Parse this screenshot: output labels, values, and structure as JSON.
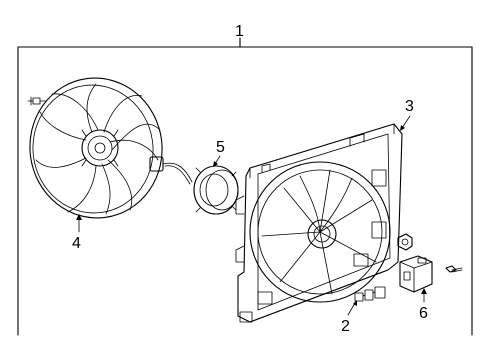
{
  "diagram": {
    "callouts": [
      {
        "id": "1",
        "label": "1"
      },
      {
        "id": "2",
        "label": "2"
      },
      {
        "id": "3",
        "label": "3"
      },
      {
        "id": "4",
        "label": "4"
      },
      {
        "id": "5",
        "label": "5"
      },
      {
        "id": "6",
        "label": "6"
      }
    ],
    "parts": [
      {
        "callout": "1",
        "icon": "fan-assembly-bracket"
      },
      {
        "callout": "2",
        "icon": "wiring-connector-icon"
      },
      {
        "callout": "3",
        "icon": "fan-shroud-icon"
      },
      {
        "callout": "4",
        "icon": "fan-blade-icon"
      },
      {
        "callout": "5",
        "icon": "fan-motor-icon"
      },
      {
        "callout": "6",
        "icon": "fan-control-module-icon"
      }
    ],
    "colors": {
      "line": "#000000",
      "background": "#ffffff"
    }
  }
}
